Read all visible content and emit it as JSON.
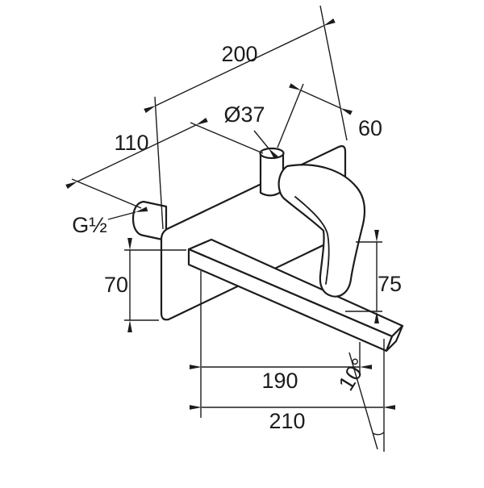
{
  "drawing": {
    "colors": {
      "line": "#1c1c1c",
      "background": "#ffffff"
    },
    "dimensions": {
      "overall_width": "200",
      "left_offset": "110",
      "handle_diameter": "Ø37",
      "right_offset": "60",
      "thread_size": "G½",
      "plate_height": "70",
      "handle_drop": "75",
      "spout_reach": "190",
      "spout_angle": "10°",
      "overall_reach": "210"
    }
  }
}
